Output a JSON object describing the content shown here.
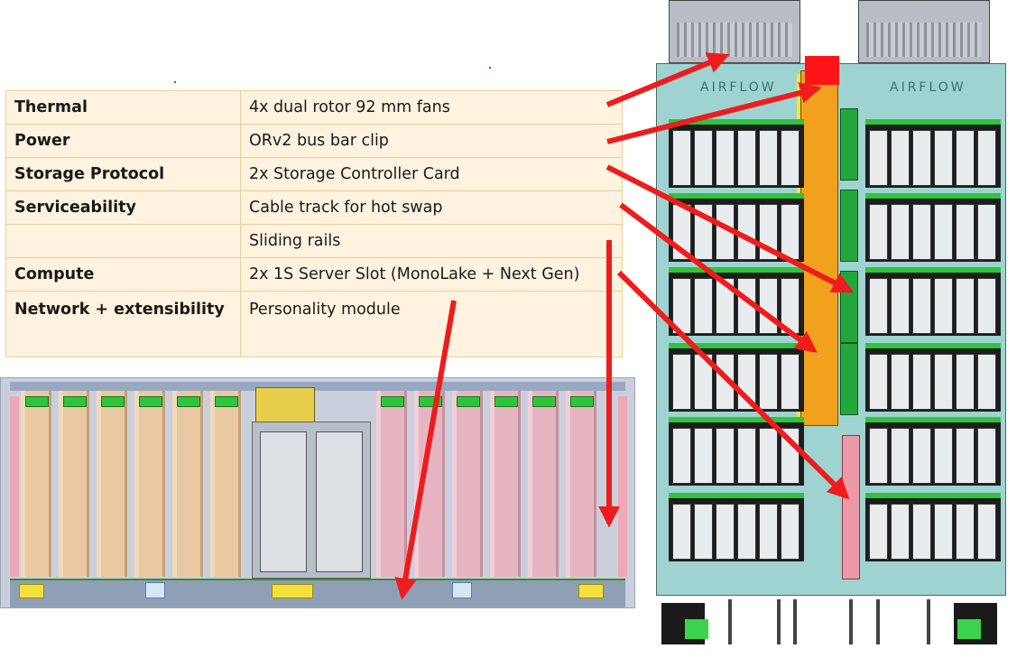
{
  "spec_table": {
    "rows": [
      {
        "feature": "Thermal",
        "value": "4x dual rotor 92 mm fans"
      },
      {
        "feature": "Power",
        "value": "ORv2 bus bar clip"
      },
      {
        "feature": "Storage Protocol",
        "value": "2x Storage Controller Card"
      },
      {
        "feature": "Serviceability",
        "value": "Cable track for hot swap"
      },
      {
        "feature": "",
        "value": "Sliding rails"
      },
      {
        "feature": "Compute",
        "value": "2x 1S Server Slot (MonoLake + Next Gen)"
      },
      {
        "feature": "Network + extensibility",
        "value": "Personality module"
      }
    ]
  },
  "top_view": {
    "airflow_left": "AIRFLOW",
    "airflow_right": "AIRFLOW"
  },
  "colors": {
    "table_bg": "#fdf3df",
    "table_border": "#e9cf96",
    "arrow_red": "#ee1c1c",
    "chassis_teal": "#9fd3d2",
    "latch_green": "#2fc43c"
  }
}
